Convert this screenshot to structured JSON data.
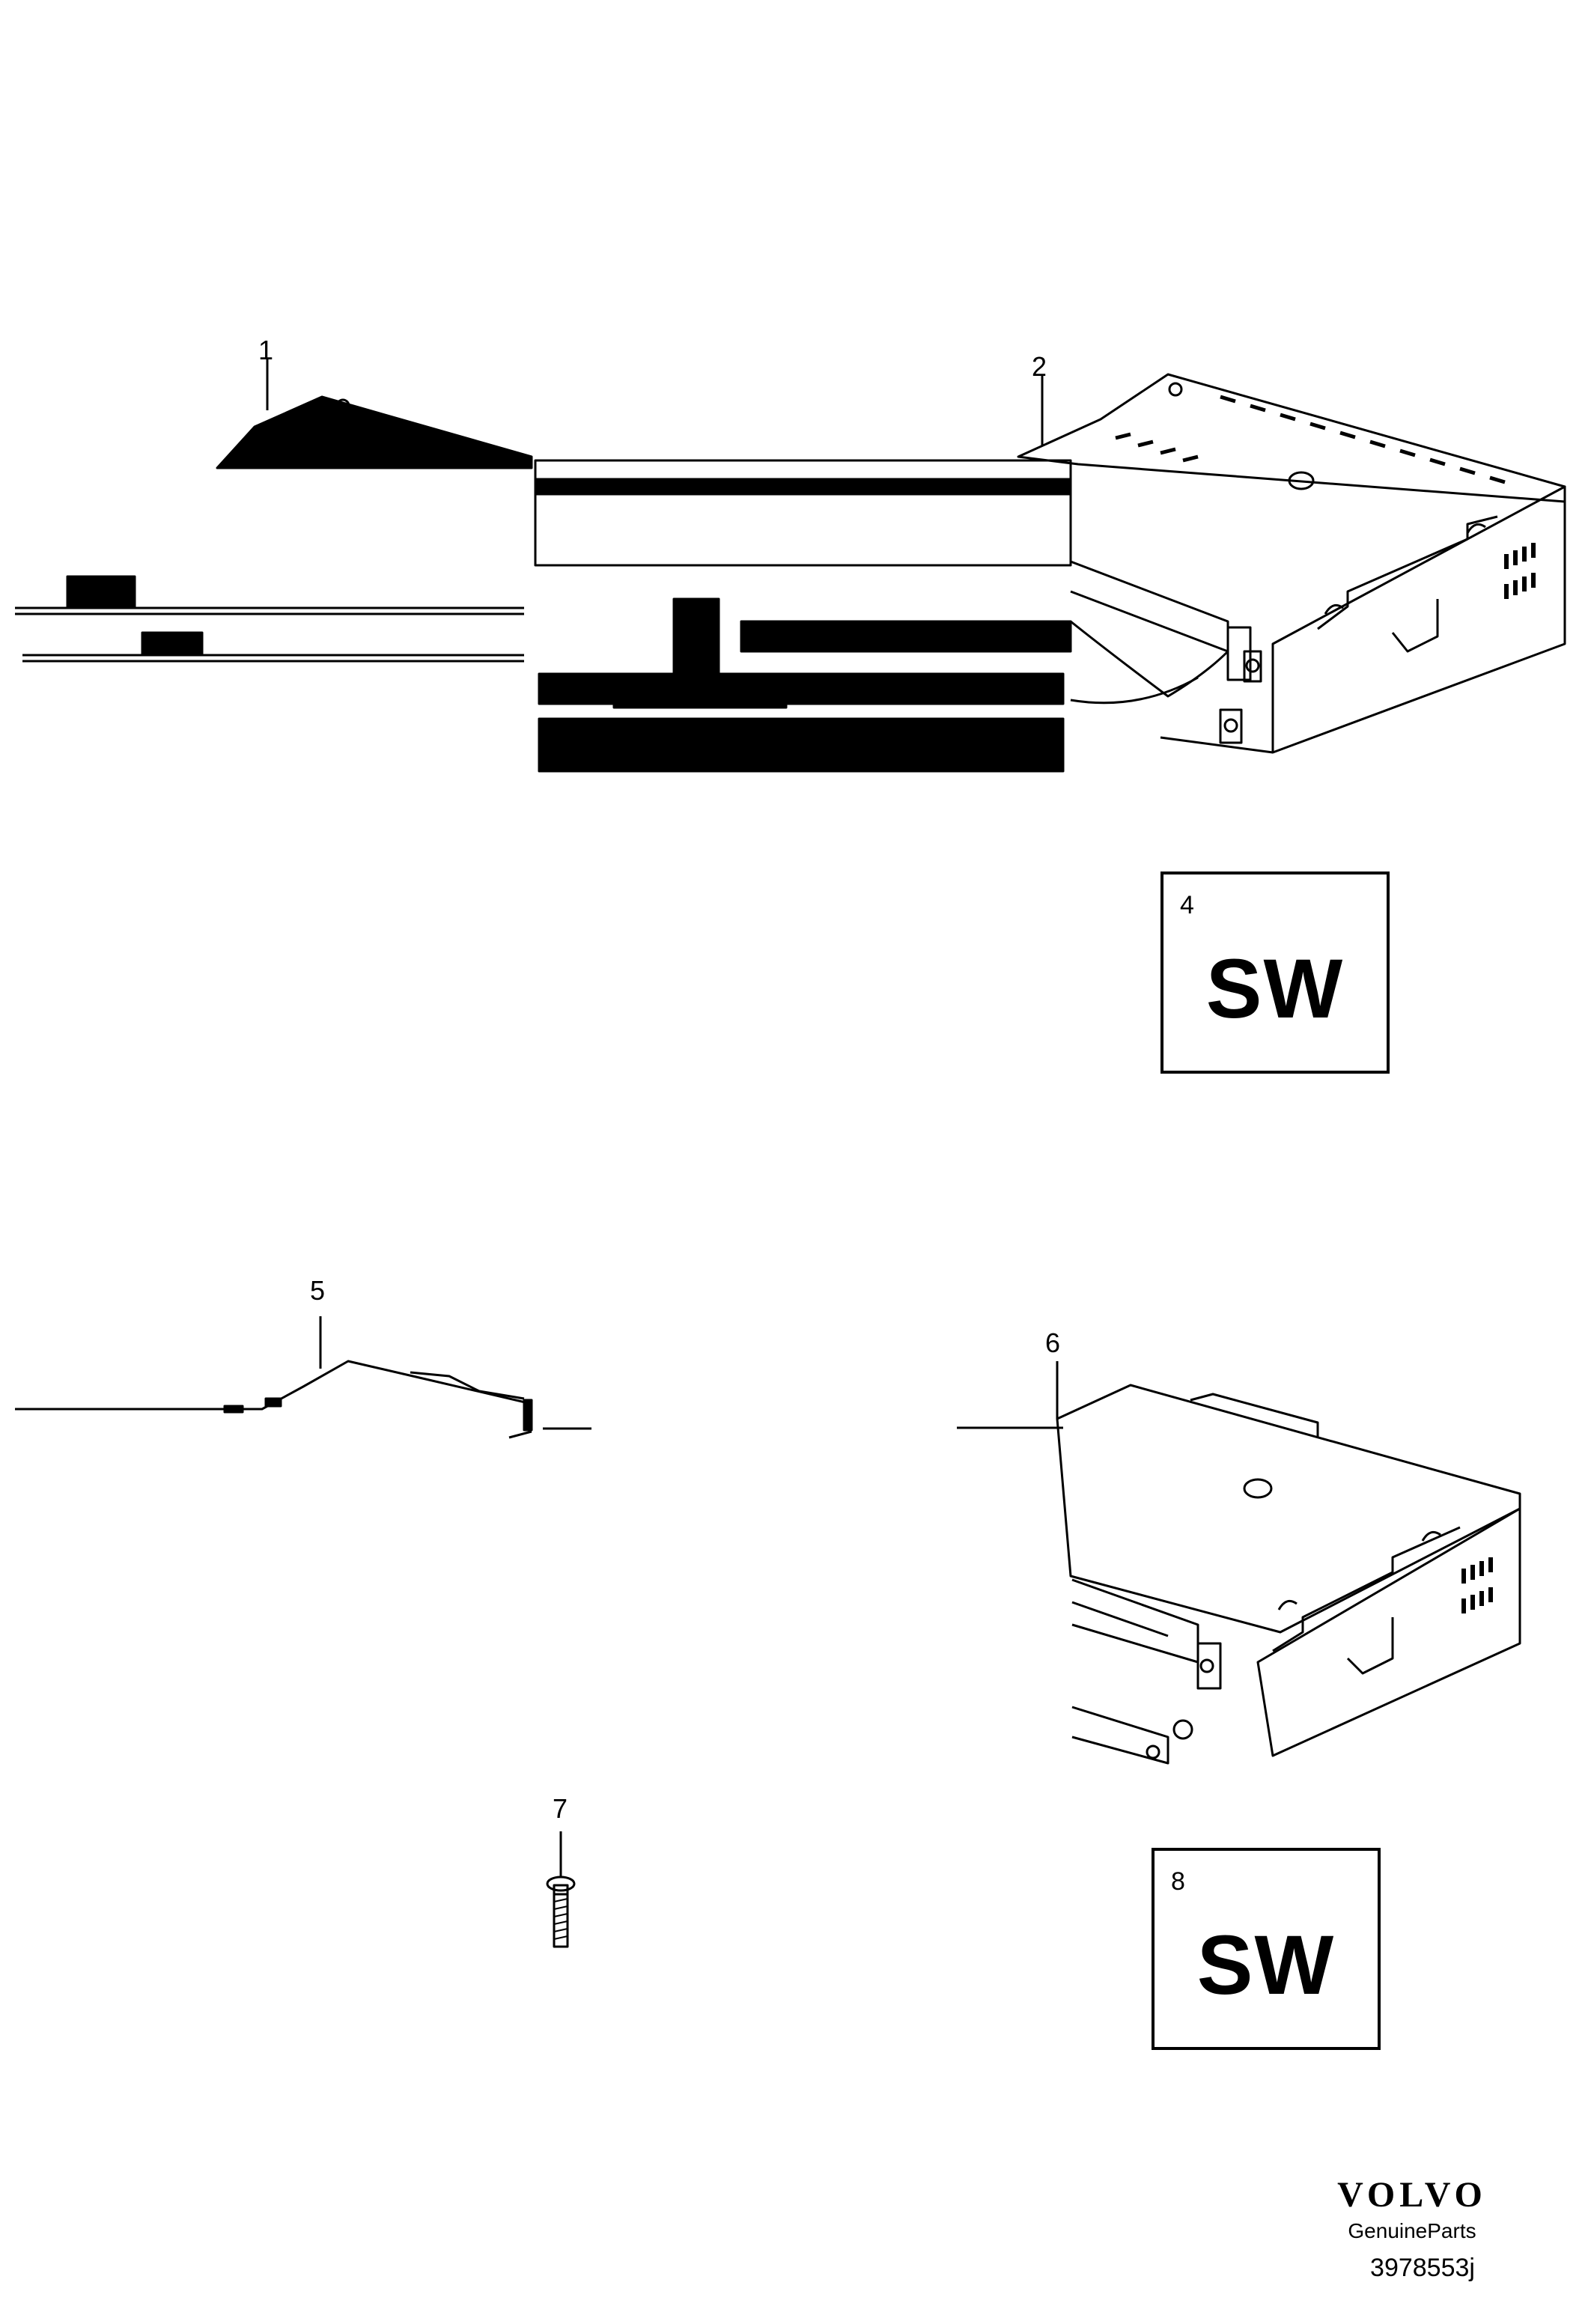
{
  "callouts": [
    "1",
    "2",
    "4",
    "5",
    "6",
    "7",
    "8"
  ],
  "sw_boxes": [
    {
      "number": "4",
      "label": "SW"
    },
    {
      "number": "8",
      "label": "SW"
    }
  ],
  "brand": {
    "logo_text": "VOLVO",
    "subtitle": "GenuineParts"
  },
  "reference": "3978553j"
}
